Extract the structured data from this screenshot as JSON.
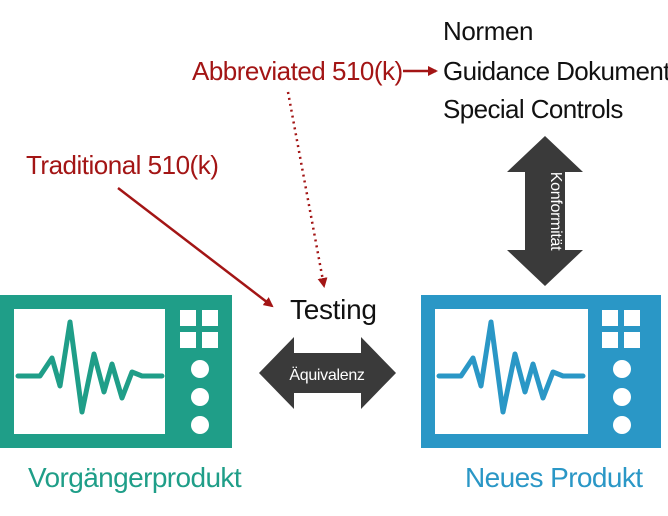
{
  "labels": {
    "traditional": "Traditional 510(k)",
    "abbreviated": "Abbreviated 510(k)",
    "normen": "Normen",
    "guidance": "Guidance Dokumente",
    "special_controls": "Special Controls",
    "testing": "Testing",
    "aequivalenz": "Äquivalenz",
    "konformitaet": "Konformität",
    "vorgaenger": "Vorgängerprodukt",
    "neues": "Neues Produkt"
  },
  "icons": {
    "left_device": "medical-monitor-icon",
    "right_device": "medical-monitor-icon"
  },
  "colors": {
    "red": "#a31515",
    "teal_device": "#1f9e88",
    "blue_device": "#2a97c6",
    "dark_arrow": "#3a3a3a",
    "text": "#111111"
  }
}
